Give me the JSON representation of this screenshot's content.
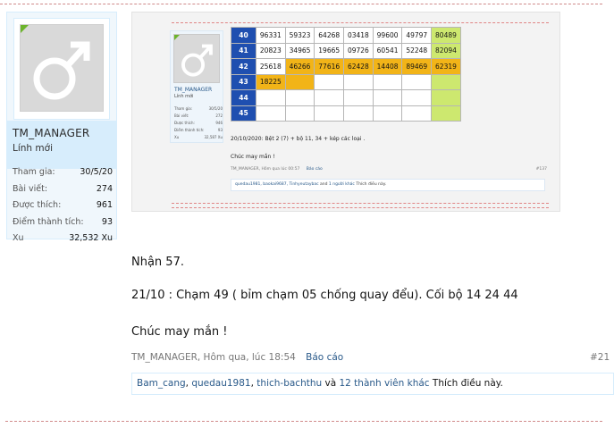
{
  "user": {
    "name": "TM_MANAGER",
    "title": "Lính mới",
    "stats": [
      {
        "label": "Tham gia:",
        "value": "30/5/20"
      },
      {
        "label": "Bài viết:",
        "value": "274"
      },
      {
        "label": "Được thích:",
        "value": "961"
      },
      {
        "label": "Điểm thành tích:",
        "value": "93"
      },
      {
        "label": "Xu",
        "value": "32,532 Xu"
      }
    ]
  },
  "embedded": {
    "user_name": "TM_MANAGER",
    "user_title": "Lính mới",
    "stats": [
      {
        "label": "Tham gia:",
        "value": "30/5/20"
      },
      {
        "label": "Bài viết:",
        "value": "272"
      },
      {
        "label": "Được thích:",
        "value": "946"
      },
      {
        "label": "Điểm thành tích:",
        "value": "93"
      },
      {
        "label": "Xu",
        "value": "32,587 Xu"
      }
    ],
    "table_rows": [
      {
        "head": "40",
        "cells": [
          "96331",
          "59323",
          "64268",
          "03418",
          "99600",
          "49797",
          "80489"
        ]
      },
      {
        "head": "41",
        "cells": [
          "20823",
          "34965",
          "19665",
          "09726",
          "60541",
          "52248",
          "82094"
        ]
      },
      {
        "head": "42",
        "cells": [
          "25618",
          "46266",
          "77616",
          "62428",
          "14408",
          "89469",
          "62319"
        ]
      },
      {
        "head": "43",
        "cells": [
          "18225",
          "",
          "",
          "",
          "",
          "",
          ""
        ]
      },
      {
        "head": "44",
        "cells": [
          "",
          "",
          "",
          "",
          "",
          "",
          ""
        ]
      },
      {
        "head": "45",
        "cells": [
          "",
          "",
          "",
          "",
          "",
          "",
          ""
        ]
      }
    ],
    "text1": "20/10/2020: Bệt 2 (7) + bộ 11, 34 + kép các loại .",
    "text2": "Chúc may mắn !",
    "meta": "TM_MANAGER, Hôm qua lúc 00:57",
    "meta_report": "Báo cáo",
    "meta_num": "#137",
    "likes_names": "quedau1981, baokai9687, Tinhyeutaybac",
    "likes_and": " and ",
    "likes_others": "1 người khác",
    "likes_tail": " Thích điều này."
  },
  "post": {
    "line1": "Nhận 57.",
    "line2": "21/10 : Chạm 49 ( bỉm chạm 05 chống quay đểu). Cối bộ 14 24 44",
    "line3": "Chúc may mắn !"
  },
  "meta": {
    "author_time": "TM_MANAGER, Hôm qua, lúc 18:54",
    "report": "Báo cáo",
    "post_number": "#21"
  },
  "likes": {
    "user1": "Bam_cang",
    "sep1": ", ",
    "user2": "quedau1981",
    "sep2": ", ",
    "user3": "thich-bachthu",
    "and": " và ",
    "others": "12 thành viên khác",
    "tail": " Thích điều này."
  },
  "colors": {
    "row_head": "#1f4fb0",
    "highlight": "#f2b418",
    "green": "#cde86f",
    "link": "#2a5a8a",
    "card_bg": "#f0f7fc",
    "card_border": "#d7edfc"
  }
}
